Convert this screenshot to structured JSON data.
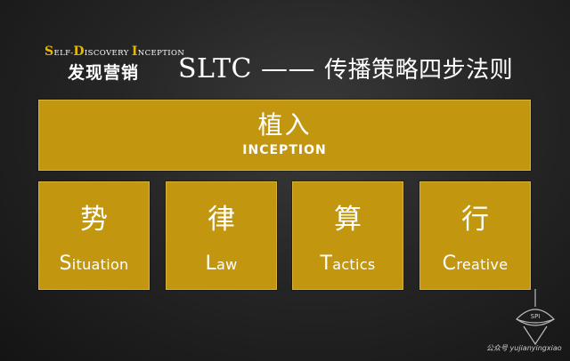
{
  "brand": {
    "english_parts": [
      {
        "cap": "S",
        "rest": "ELF-"
      },
      {
        "cap": "D",
        "rest": "ISCOVERY "
      },
      {
        "cap": "I",
        "rest": "NCEPTION"
      }
    ],
    "chinese": "发现营销"
  },
  "title": {
    "english": "SLTC",
    "dash": " —— ",
    "chinese": "传播策略四步法则"
  },
  "top_box": {
    "chinese": "植入",
    "english": "INCEPTION"
  },
  "steps": [
    {
      "cn": "势",
      "cap": "S",
      "rest": "ituation"
    },
    {
      "cn": "律",
      "cap": "L",
      "rest": "aw"
    },
    {
      "cn": "算",
      "cap": "T",
      "rest": "actics"
    },
    {
      "cn": "行",
      "cap": "C",
      "rest": "reative"
    }
  ],
  "watermark": {
    "logo_text": "SPI",
    "caption": "公众号 yujianyingxiao"
  },
  "colors": {
    "box_fill": "#c2970f",
    "brand_accent": "#e8b800",
    "text": "#ffffff"
  }
}
